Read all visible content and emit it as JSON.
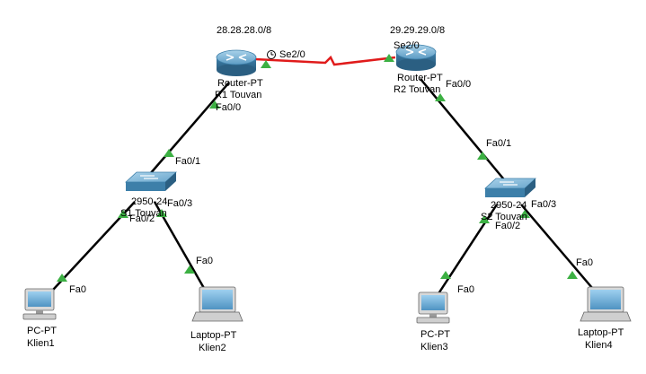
{
  "networks": {
    "left": "28.28.28.0/8",
    "right": "29.29.29.0/8"
  },
  "devices": {
    "r1": {
      "type": "Router-PT",
      "name": "R1 Touvan"
    },
    "r2": {
      "type": "Router-PT",
      "name": "R2 Touvan"
    },
    "s1": {
      "type": "2950-24",
      "name": "S1 Touvan"
    },
    "s2": {
      "type": "2950-24",
      "name": "S2 Touvan"
    },
    "klien1": {
      "type": "PC-PT",
      "name": "Klien1"
    },
    "klien2": {
      "type": "Laptop-PT",
      "name": "Klien2"
    },
    "klien3": {
      "type": "PC-PT",
      "name": "Klien3"
    },
    "klien4": {
      "type": "Laptop-PT",
      "name": "Klien4"
    }
  },
  "ports": {
    "r1_se": "Se2/0",
    "r2_se": "Se2/0",
    "r1_fa": "Fa0/0",
    "r2_fa": "Fa0/0",
    "s1_up": "Fa0/1",
    "s2_up": "Fa0/1",
    "s1_pc": "Fa0/2",
    "s1_lap": "Fa0/3",
    "s2_pc": "Fa0/2",
    "s2_lap": "Fa0/3",
    "k1": "Fa0",
    "k2": "Fa0",
    "k3": "Fa0",
    "k4": "Fa0"
  },
  "colors": {
    "serial_link": "#e01b1b",
    "eth_link": "#000000",
    "link_up": "#3cb043",
    "router_body": "#4a8fb8",
    "switch_body": "#4a8fb8"
  }
}
